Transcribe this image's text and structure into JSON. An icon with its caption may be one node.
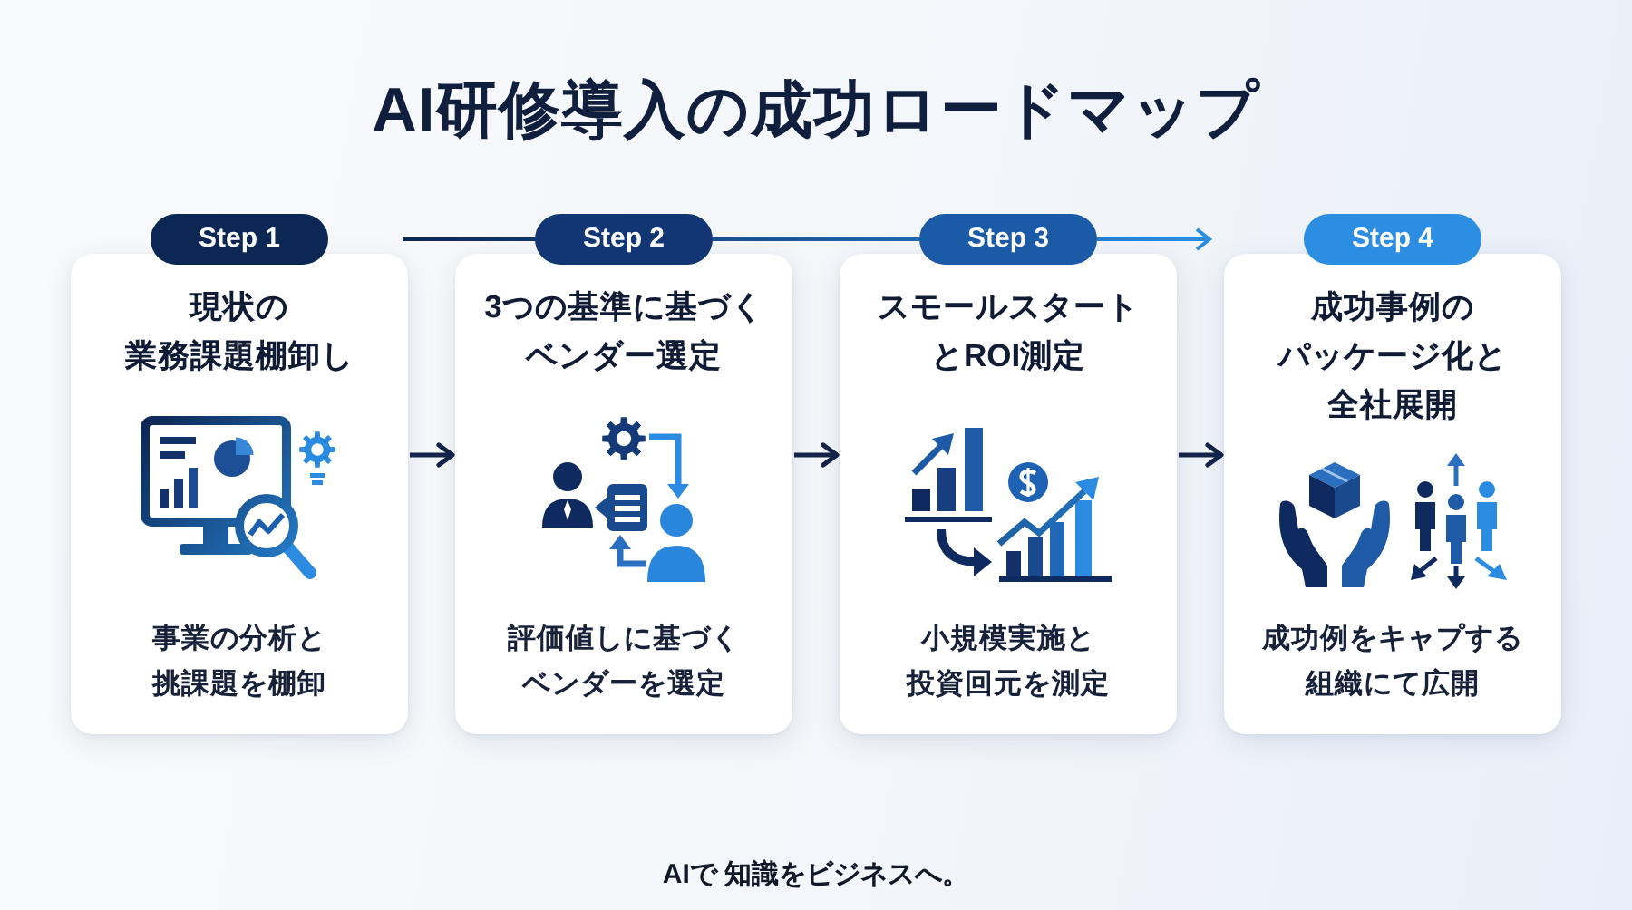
{
  "diagram": {
    "title": "AI研修導入の成功ロードマップ",
    "nodes": [
      {
        "text": [
          "Step 1",
          "現状の業務課題棚卸し",
          "事業の分析と挑課題を棚卸"
        ]
      },
      {
        "text": [
          "Step 2",
          "3つの基準に基づくベンダー選定",
          "評価値しに基づくベンダーを選定"
        ]
      },
      {
        "text": [
          "Step 3",
          "スモールスタートとROI測定",
          "小規模実施と投資回元を測定"
        ]
      },
      {
        "text": [
          "Step 4",
          "成功事例のパッケージ化と全社展開",
          "成功例をキャプする組織にて広開"
        ]
      }
    ],
    "edges": [
      {
        "from": 0,
        "to": 1,
        "arrow": "to"
      },
      {
        "from": 1,
        "to": 2,
        "arrow": "to"
      },
      {
        "from": 2,
        "to": 3,
        "arrow": "to"
      }
    ],
    "labels": [
      "AIで 知識をビジネスへ。"
    ]
  }
}
